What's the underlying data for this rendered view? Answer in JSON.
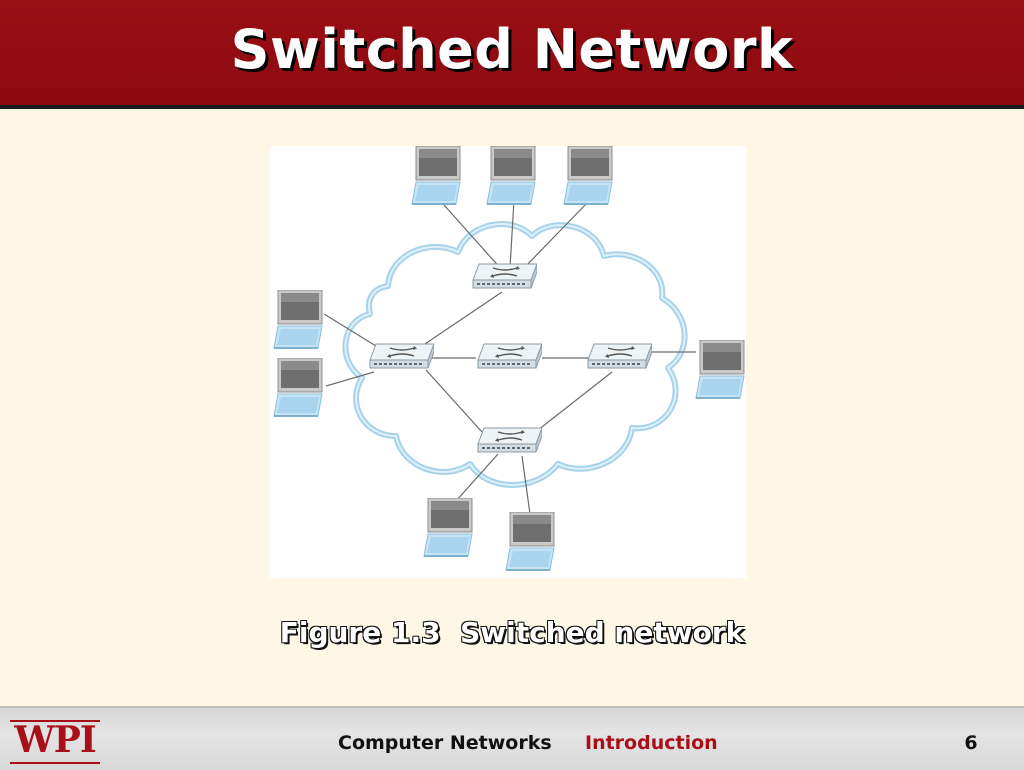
{
  "slide": {
    "title": "Switched Network",
    "caption": "Figure 1.3  Switched network"
  },
  "footer": {
    "logo": "WPI",
    "course": "Computer Networks",
    "topic": "Introduction",
    "page": "6"
  },
  "colors": {
    "header_bg": "#8B0A10",
    "slide_bg": "#FEF7E6",
    "accent_red": "#A80F18",
    "cloud_outline": "#9FD0E8",
    "screen_blue": "#BFE0F3"
  },
  "diagram": {
    "switches": [
      "switch-top",
      "switch-left",
      "switch-center",
      "switch-right",
      "switch-bottom"
    ],
    "computers": [
      "computer-top-1",
      "computer-top-2",
      "computer-top-3",
      "computer-left-1",
      "computer-left-2",
      "computer-right",
      "computer-bottom-1",
      "computer-bottom-2"
    ]
  }
}
